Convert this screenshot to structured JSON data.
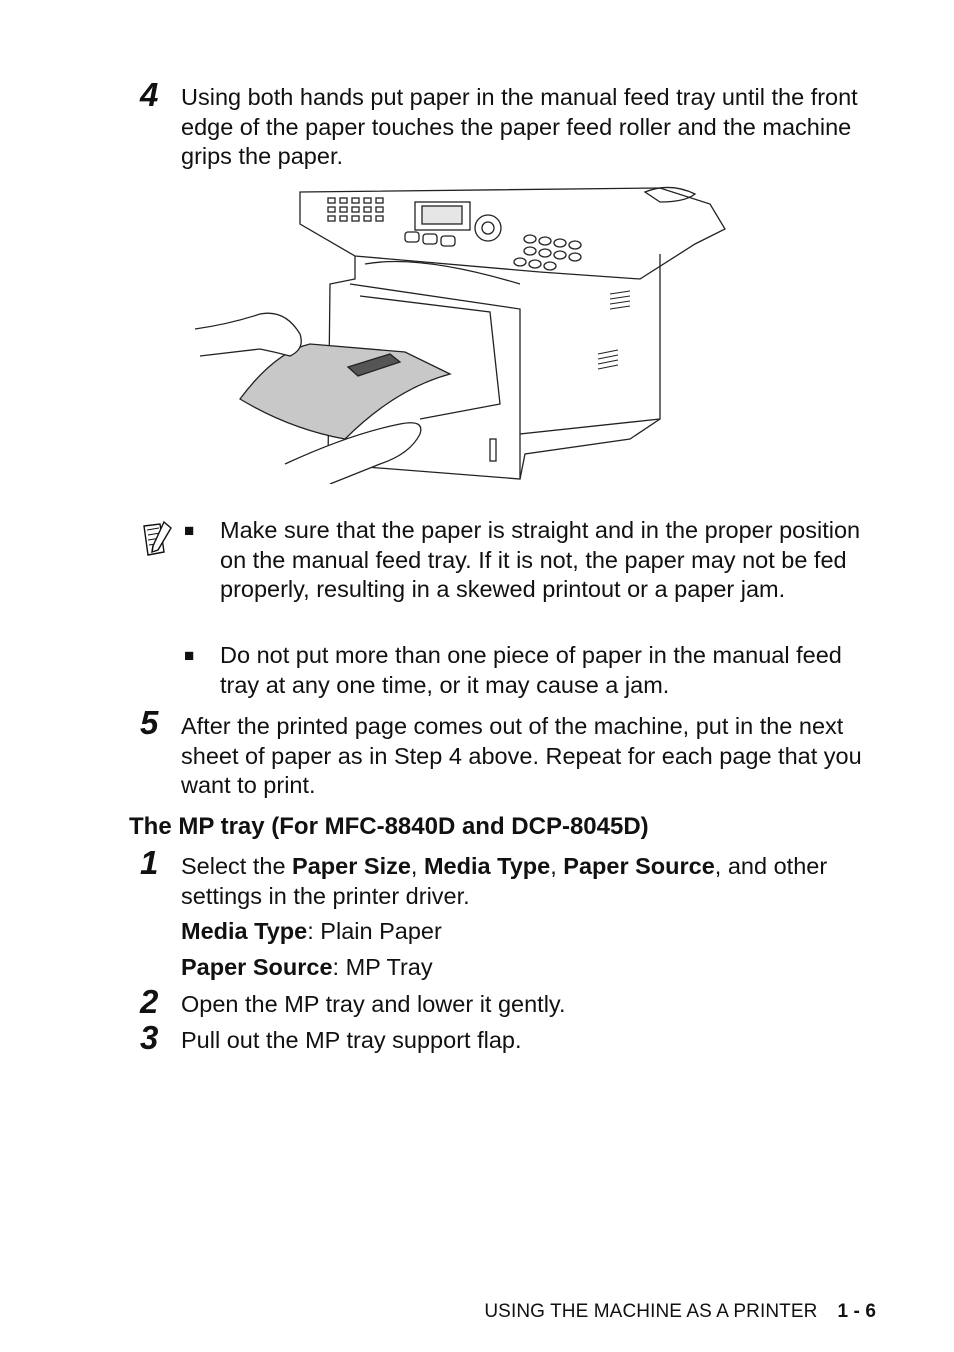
{
  "step4": {
    "number": "4",
    "text": "Using both hands put paper in the manual feed tray until the front edge of the paper touches the paper feed roller and the machine grips the paper."
  },
  "note": {
    "icon": "note-pencil-icon",
    "bullets": [
      "Make sure that the paper is straight and in the proper position on the manual feed tray. If it is not, the paper may not be fed properly, resulting in a skewed printout or a paper jam.",
      "Do not put more than one piece of paper in the manual feed tray at any one time, or it may cause a jam."
    ],
    "bullet_glyph": "■"
  },
  "step5": {
    "number": "5",
    "text": "After the printed page comes out of the machine, put in the next sheet of paper as in Step 4 above. Repeat for each page that you want to print."
  },
  "section_heading": "The MP tray (For MFC-8840D and DCP-8045D)",
  "mp_step1": {
    "number": "1",
    "text_pre": "Select the ",
    "bold1": "Paper Size",
    "sep1": ", ",
    "bold2": "Media Type",
    "sep2": ", ",
    "bold3": "Paper Source",
    "text_post": ", and other settings in the printer driver.",
    "setting1_label": "Media Type",
    "setting1_value": ": Plain Paper",
    "setting2_label": "Paper Source",
    "setting2_value": ": MP Tray"
  },
  "mp_step2": {
    "number": "2",
    "text": "Open the MP tray and lower it gently."
  },
  "mp_step3": {
    "number": "3",
    "text": "Pull out the MP tray support flap."
  },
  "footer": {
    "section": "USING THE MACHINE AS A PRINTER",
    "page": "1 - 6"
  }
}
